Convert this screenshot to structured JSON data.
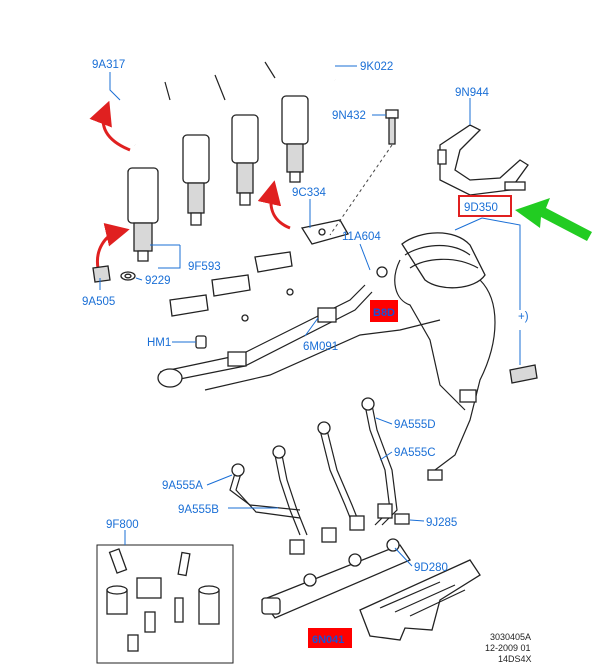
{
  "labels": {
    "9A317": "9A317",
    "9K022": "9K022",
    "9N432": "9N432",
    "9N944": "9N944",
    "9C334": "9C334",
    "9D350": "9D350",
    "11A604": "11A604",
    "9F593": "9F593",
    "9229": "9229",
    "9A505": "9A505",
    "HM1": "HM1",
    "6M091": "6M091",
    "plus_paren": "+)",
    "9A555D": "9A555D",
    "9A555C": "9A555C",
    "9A555A": "9A555A",
    "9A555B": "9A555B",
    "9J285": "9J285",
    "9F800": "9F800",
    "9D280": "9D280"
  },
  "highlighted": {
    "box1": "B8D",
    "box2": "6N041"
  },
  "reference": {
    "line1": "3030405A",
    "line2": "12-2009 01",
    "line3": "14DS4X"
  },
  "colors": {
    "label": "#1a6fd6",
    "highlight_box": "#ff0000",
    "highlight_outline": "#e02020",
    "red_arrow": "#e02020",
    "green_arrow": "#22cc22"
  }
}
